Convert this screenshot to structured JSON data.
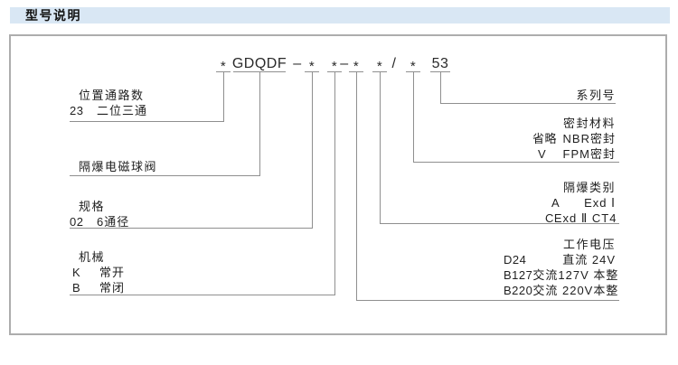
{
  "header": {
    "title": "型号说明"
  },
  "model_code": {
    "parts": [
      "*",
      "GDQDF",
      "–",
      "*",
      "*",
      "–",
      "*",
      "*",
      "/",
      "*",
      "53"
    ]
  },
  "left_blocks": [
    {
      "title": "位置通路数",
      "rows": [
        {
          "code": "23",
          "desc": "二位三通"
        }
      ]
    },
    {
      "title": "隔爆电磁球阀",
      "rows": []
    },
    {
      "title": "规格",
      "rows": [
        {
          "code": "02",
          "desc": "6通径"
        }
      ]
    },
    {
      "title": "机械",
      "rows": [
        {
          "code": "K",
          "desc": "常开"
        },
        {
          "code": "B",
          "desc": "常闭"
        }
      ]
    }
  ],
  "right_blocks": [
    {
      "title": "系列号",
      "rows": []
    },
    {
      "title": "密封材料",
      "rows": [
        {
          "code": "省略",
          "desc": "NBR密封"
        },
        {
          "code": "V",
          "desc": "FPM密封"
        }
      ]
    },
    {
      "title": "隔爆类别",
      "rows": [
        {
          "code": "A",
          "desc": "Exd Ⅰ"
        },
        {
          "code": "C",
          "desc": "Exd Ⅱ CT4"
        }
      ]
    },
    {
      "title": "工作电压",
      "rows": [
        {
          "code": "D24",
          "desc": "直流 24V"
        },
        {
          "code": "B127",
          "desc": "交流127V 本整"
        },
        {
          "code": "B220",
          "desc": "交流 220V本整"
        }
      ]
    }
  ],
  "colors": {
    "header_bg": "#d9e7f4",
    "line": "#8f8f8f",
    "text": "#1f1f1f",
    "panel_border": "#adadad"
  }
}
